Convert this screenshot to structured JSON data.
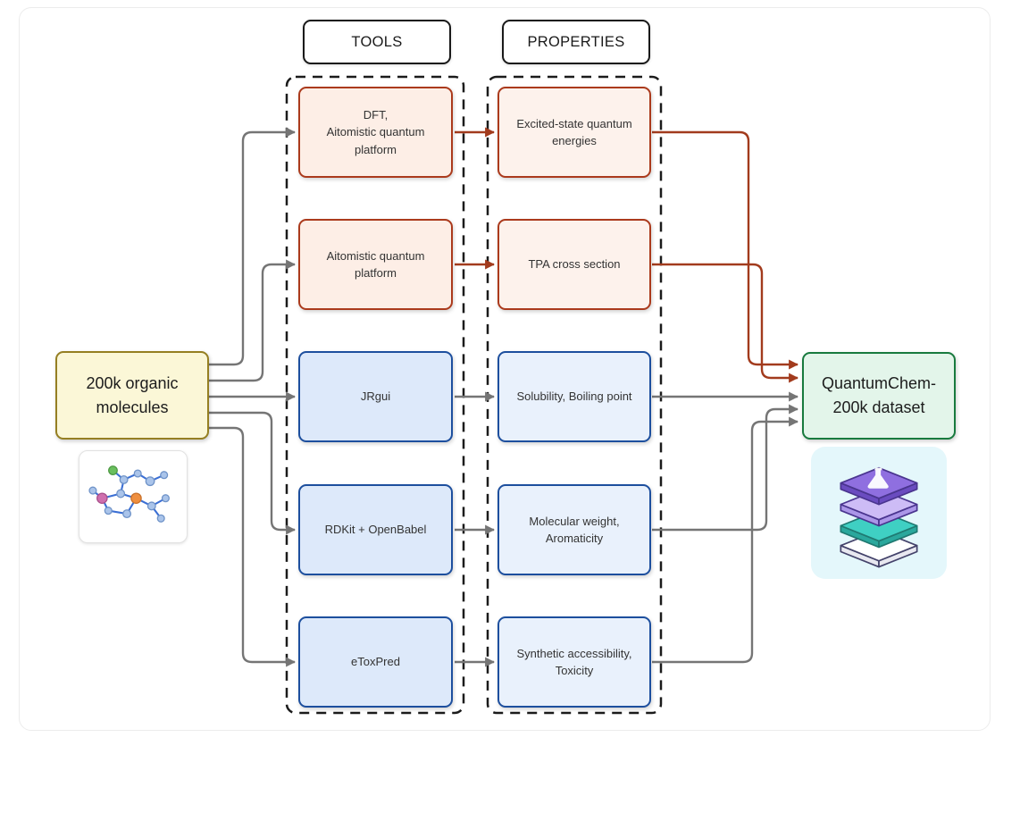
{
  "diagram": {
    "headers": {
      "tools": "TOOLS",
      "properties": "PROPERTIES"
    },
    "source": {
      "label": "200k organic\nmolecules"
    },
    "output": {
      "label": "QuantumChem-\n200k dataset"
    },
    "rows": [
      {
        "tool": "DFT,\nAitomistic quantum\nplatform",
        "property": "Excited-state quantum\nenergies",
        "theme": "orange"
      },
      {
        "tool": "Aitomistic quantum\nplatform",
        "property": "TPA cross section",
        "theme": "orange"
      },
      {
        "tool": "JRgui",
        "property": "Solubility, Boiling point",
        "theme": "blue"
      },
      {
        "tool": "RDKit + OpenBabel",
        "property": "Molecular weight,\nAromaticity",
        "theme": "blue"
      },
      {
        "tool": "eToxPred",
        "property": "Synthetic accessibility,\nToxicity",
        "theme": "blue"
      }
    ],
    "icons": {
      "source": "molecule-icon",
      "output": "dataset-layers-icon"
    },
    "colors": {
      "orange_bg": "#fdeee6",
      "orange_border": "#ab3a1c",
      "blue_bg": "#dde9fa",
      "blue_border": "#1d4f9e",
      "prop_orange_bg": "#fdf2ec",
      "prop_blue_bg": "#e9f1fc",
      "yellow_bg": "#fbf7d7",
      "yellow_border": "#957f22",
      "green_bg": "#e3f5ea",
      "green_border": "#187a3e",
      "arrow_gray": "#757575",
      "arrow_red": "#a23b1d"
    }
  }
}
